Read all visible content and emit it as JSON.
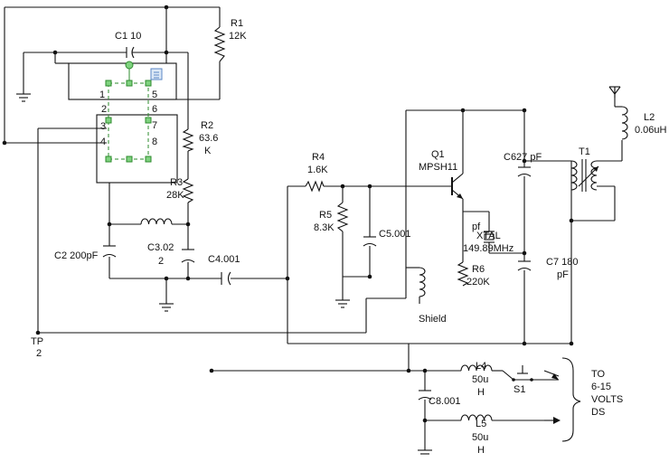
{
  "labels": {
    "r1_name": "R1",
    "r1_val": "12K",
    "c1": "C1 10",
    "r2_name": "R2",
    "r2_val1": "63.6",
    "r2_val2": "K",
    "r3_name": "R3",
    "r3_val": "28K",
    "c2": "C2 200pF",
    "c3_name": "C3.02",
    "c3_val": "2",
    "c4": "C4.001",
    "r4_name": "R4",
    "r4_val": "1.6K",
    "r5_name": "R5",
    "r5_val": "8.3K",
    "c5": "C5.001",
    "q1_name": "Q1",
    "q1_val": "MPSH11",
    "c6": "C627 pF",
    "xtal_name": "XTAL",
    "xtal_val": "149.89MHz",
    "r6_name": "R6",
    "r6_val": "220K",
    "c7_name": "C7 180",
    "c7_val": "pF",
    "t1": "T1",
    "l2_name": "L2",
    "l2_val": "0.06uH",
    "shield": "Shield",
    "tp_name": "TP",
    "tp_val": "2",
    "l4_name": "L4",
    "l4_val1": "50u",
    "l4_val2": "H",
    "l5_name": "L5",
    "l5_val1": "50u",
    "l5_val2": "H",
    "c8": "C8.001",
    "s1": "S1",
    "supply1": "TO",
    "supply2": "6-15",
    "supply3": "VOLTS",
    "supply4": "DS",
    "pf_small": "pf"
  },
  "ic": {
    "pins_left": [
      "1",
      "2",
      "3",
      "4"
    ],
    "pins_right": [
      "5",
      "6",
      "7",
      "8"
    ]
  },
  "selection": {
    "active": true,
    "handle_color": "#7fd27f",
    "outline_color": "#2e8b2e"
  }
}
